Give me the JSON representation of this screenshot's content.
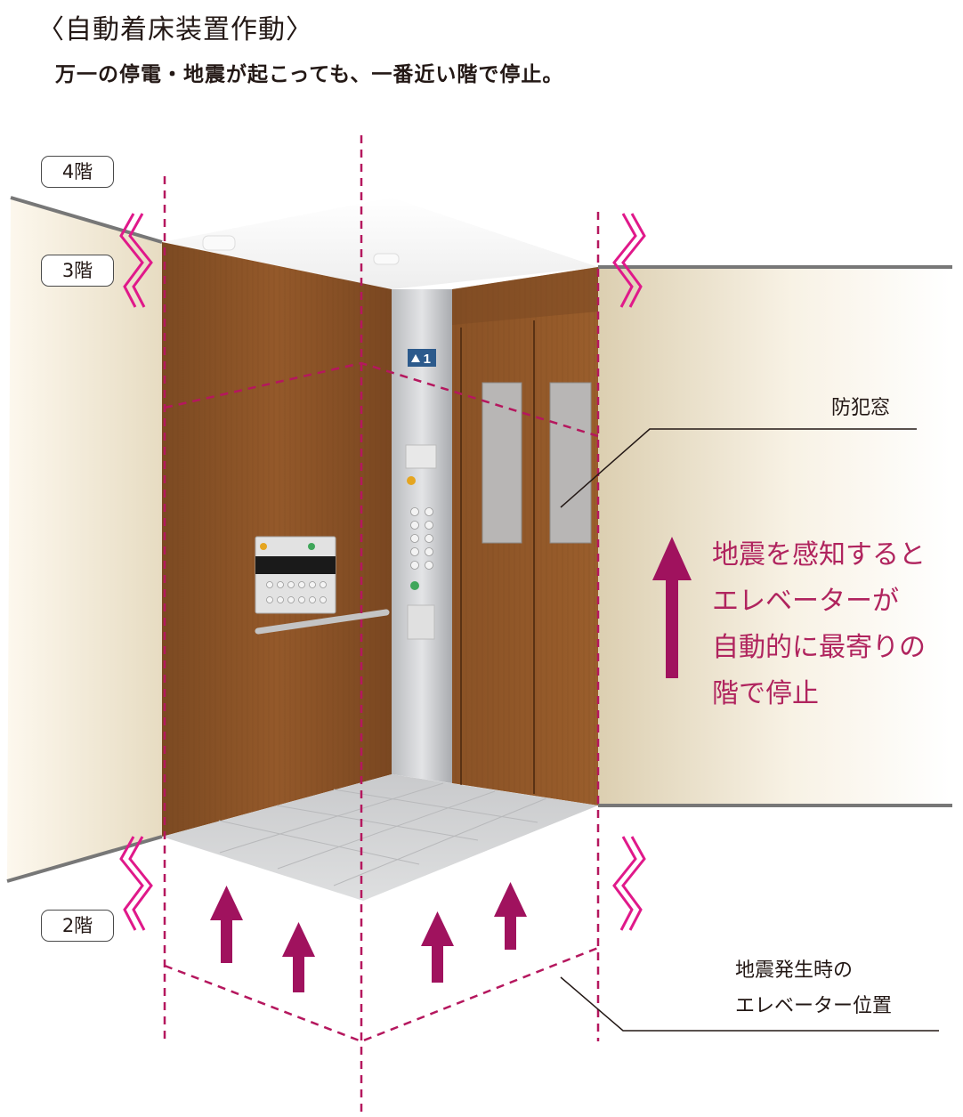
{
  "title": "〈自動着床装置作動〉",
  "subtitle": "万一の停電・地震が起こっても、一番近い階で停止。",
  "floors": {
    "f4": "4階",
    "f3": "3階",
    "f2": "2階"
  },
  "labels": {
    "window": "防犯窓",
    "quake_position_line1": "地震発生時の",
    "quake_position_line2": "エレベーター位置"
  },
  "message": {
    "line1": "地震を感知すると",
    "line2": "エレベーターが",
    "line3": "自動的に最寄りの",
    "line4": "階で停止"
  },
  "display": {
    "floor_number": "1"
  },
  "colors": {
    "accent": "#a0125e",
    "zigzag": "#e0198a",
    "dashed": "#b5175e",
    "wood": "#8a5226"
  }
}
